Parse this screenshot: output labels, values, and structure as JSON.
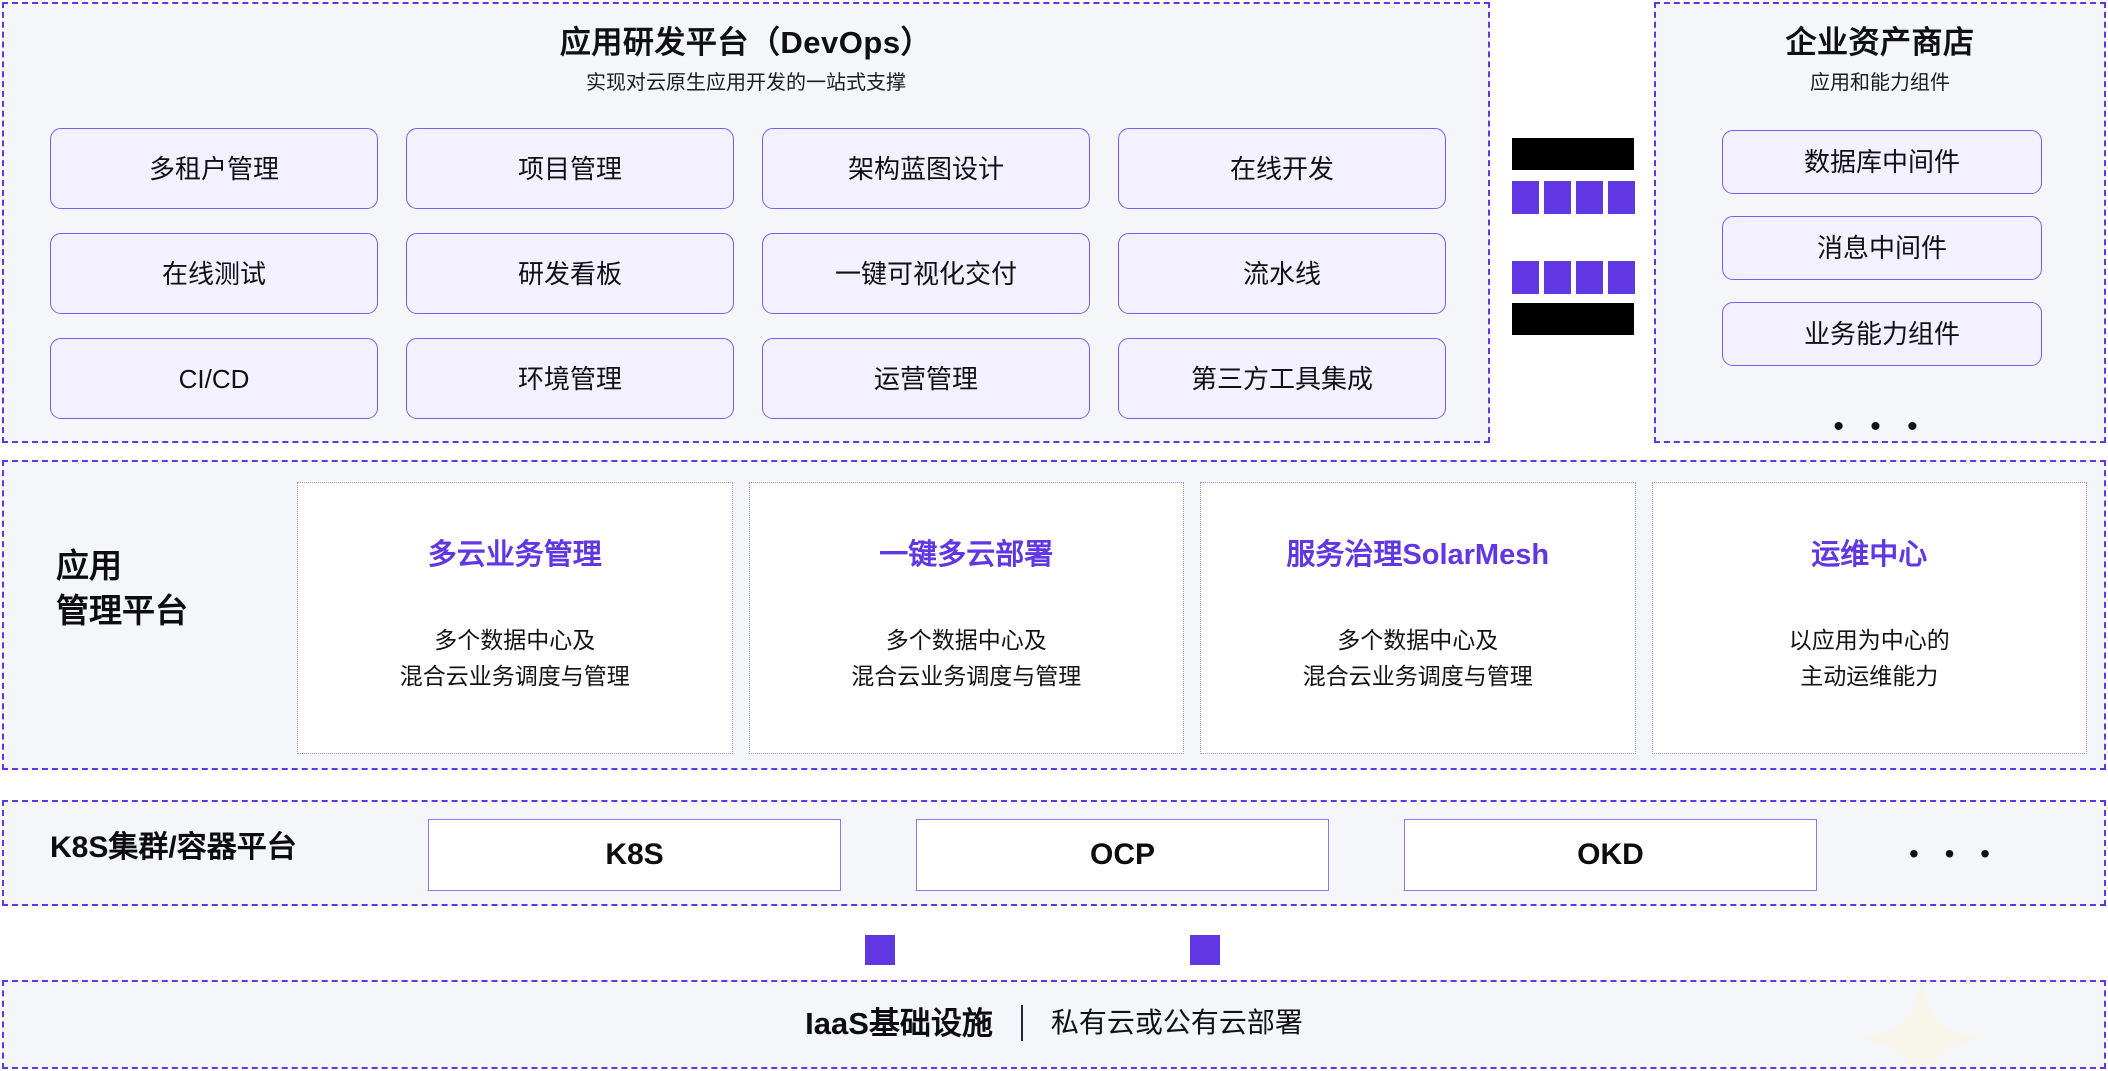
{
  "theme": {
    "accent": "#6137e4",
    "chip_fill": "#f3f0ff",
    "chip_border": "#7b5cf0",
    "panel_fill": "#f5f6f9",
    "panel_border": "#6137e4",
    "text": "#101014"
  },
  "devops": {
    "title": "应用研发平台（DevOps）",
    "subtitle": "实现对云原生应用开发的一站式支撑",
    "chips": [
      "多租户管理",
      "项目管理",
      "架构蓝图设计",
      "在线开发",
      "在线测试",
      "研发看板",
      "一键可视化交付",
      "流水线",
      "CI/CD",
      "环境管理",
      "运营管理",
      "第三方工具集成"
    ]
  },
  "connector": {
    "redacted_top": "",
    "redacted_bottom": "",
    "squares_row1": 4,
    "squares_row2": 4
  },
  "asset_store": {
    "title": "企业资产商店",
    "subtitle": "应用和能力组件",
    "items": [
      "数据库中间件",
      "消息中间件",
      "业务能力组件"
    ],
    "more": "• • •"
  },
  "manage": {
    "label": "应用\n管理平台",
    "cards": [
      {
        "title": "多云业务管理",
        "desc": "多个数据中心及\n混合云业务调度与管理"
      },
      {
        "title": "一键多云部署",
        "desc": "多个数据中心及\n混合云业务调度与管理"
      },
      {
        "title": "服务治理SolarMesh",
        "desc": "多个数据中心及\n混合云业务调度与管理"
      },
      {
        "title": "运维中心",
        "desc": "以应用为中心的\n主动运维能力"
      }
    ]
  },
  "k8s": {
    "label": "K8S集群/容器平台",
    "boxes": [
      "K8S",
      "OCP",
      "OKD"
    ],
    "more": "• • •"
  },
  "iaas": {
    "strong": "IaaS基础设施",
    "divider": "|",
    "text": "私有云或公有云部署"
  }
}
